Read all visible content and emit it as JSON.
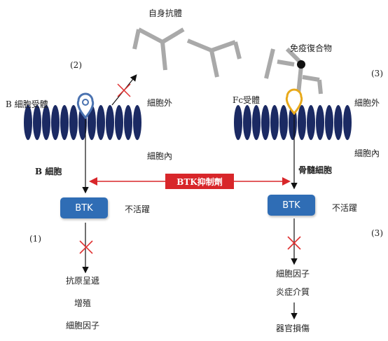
{
  "top": {
    "antibody_label": "自身抗體",
    "immune_complex_label": "免疫復合物"
  },
  "left": {
    "step_top": "(2)",
    "receptor_label": "B 細胞受體",
    "outside_label": "細胞外",
    "inside_label": "細胞內",
    "cell_label": "B 細胞",
    "btk_label": "BTK",
    "inactive_label": "不活躍",
    "step_bottom": "(1)",
    "outcomes": [
      "抗原呈遞",
      "增殖",
      "細胞因子"
    ]
  },
  "center": {
    "inhibitor_label": "BTK抑制劑"
  },
  "right": {
    "step_top": "(3)",
    "receptor_label": "Fc受體",
    "outside_label": "細胞外",
    "inside_label": "細胞內",
    "cell_label": "骨髓細胞",
    "btk_label": "BTK",
    "inactive_label": "不活躍",
    "step_bottom": "(3)",
    "outcomes": [
      "細胞因子",
      "炎症介質"
    ],
    "final_outcome": "器官損傷"
  },
  "colors": {
    "membrane": "#1b2a63",
    "btk": "#2f6db5",
    "inhibitor": "#d8262a",
    "block_x": "#e03030",
    "antibody": "#a9a9a9",
    "bcr_receptor": "#4a72b0",
    "fc_receptor": "#e8a91a"
  }
}
